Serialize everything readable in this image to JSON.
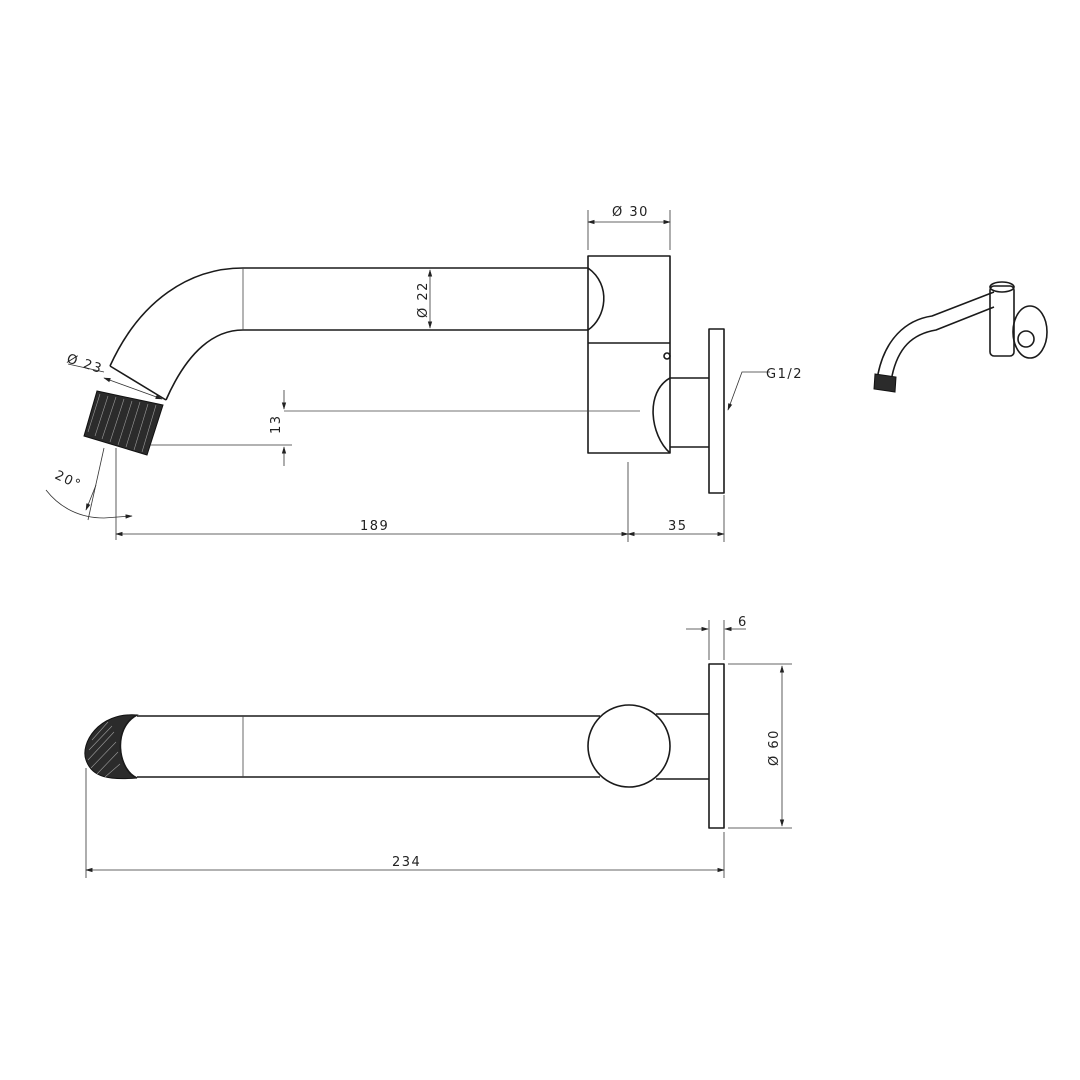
{
  "dimensions": {
    "d30": "Ø 30",
    "d22": "Ø 22",
    "d23": "Ø 23",
    "h13": "13",
    "g12": "G1/2",
    "angle20": "20°",
    "l189": "189",
    "l35": "35",
    "t6": "6",
    "d60": "Ø 60",
    "l234": "234"
  },
  "colors": {
    "line": "#1a1a1a",
    "aerator": "#2b2b2b"
  }
}
